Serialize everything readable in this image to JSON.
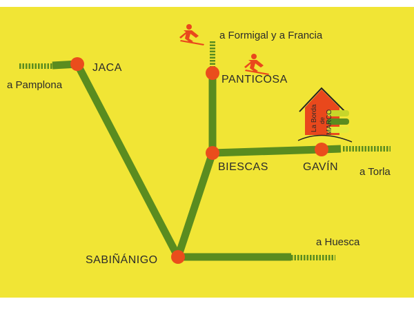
{
  "colors": {
    "background": "#f1e535",
    "road": "#5a8c1f",
    "road_dash": "#5a8c1f",
    "town_marker": "#ea4d1c",
    "text": "#2b2b2b",
    "skier": "#e9481c"
  },
  "towns": {
    "jaca": "JACA",
    "panticosa": "PANTICOSA",
    "biescas": "BIESCAS",
    "gavin": "GAVÍN",
    "sabinanigo": "SABIÑÁNIGO"
  },
  "destinations": {
    "pamplona": "a Pamplona",
    "formigal": "a Formigal y a Francia",
    "torla": "a Torla",
    "huesca": "a Huesca"
  },
  "logo": {
    "line1": "La Borda",
    "line2": "de",
    "line3": "MARCO"
  },
  "icons": [
    "skier-icon",
    "skier-icon",
    "house-logo-icon"
  ]
}
